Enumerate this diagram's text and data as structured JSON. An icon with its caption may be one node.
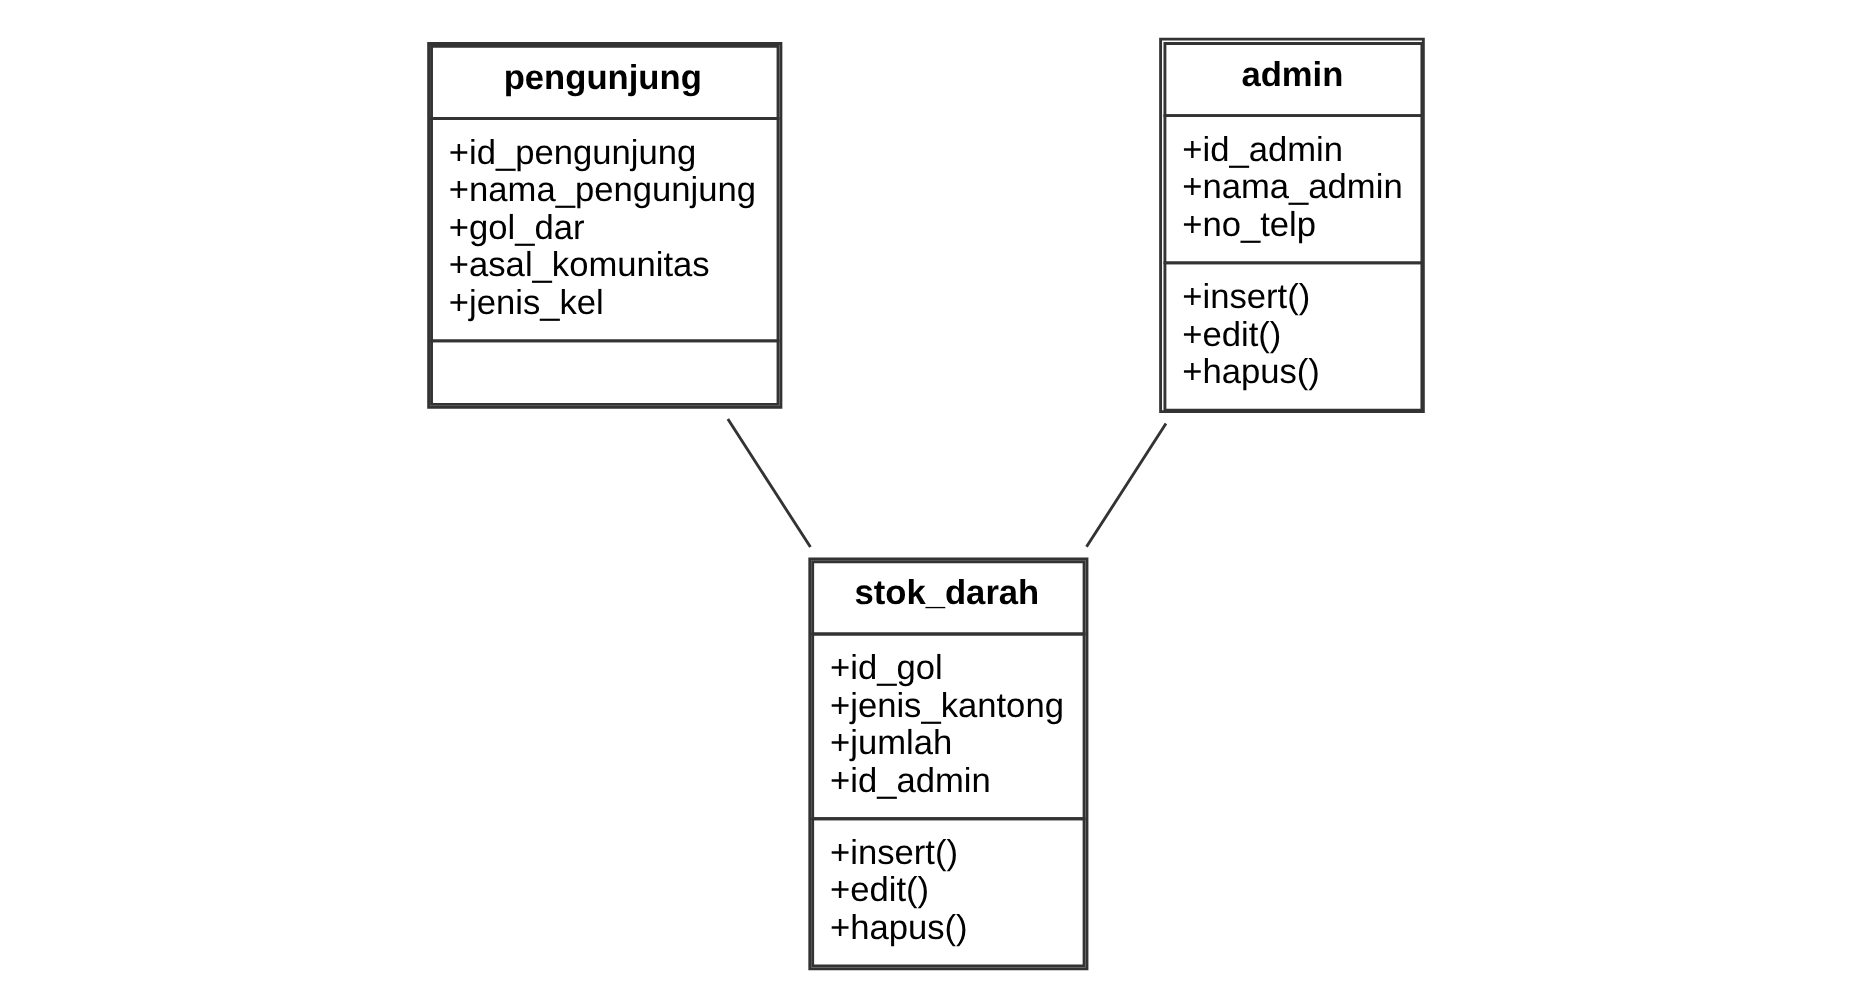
{
  "diagram": {
    "nodes": [
      {
        "text": [
          "pengunjung",
          "+id_pengunjung",
          "+nama_pengunjung",
          "+gol_dar",
          "+asal_komunitas",
          "+jenis_kel"
        ]
      },
      {
        "text": [
          "admin",
          "+id_admin",
          "+nama_admin",
          "+no_telp",
          "+insert()",
          "+edit()",
          "+hapus()"
        ]
      },
      {
        "text": [
          "stok_darah",
          "+id_gol",
          "+jenis_kantong",
          "+jumlah",
          "+id_admin",
          "+insert()",
          "+edit()",
          "+hapus()"
        ]
      }
    ],
    "edges": [
      {
        "from": 0,
        "to": 2,
        "arrow": "none"
      },
      {
        "from": 1,
        "to": 2,
        "arrow": "none"
      }
    ]
  }
}
